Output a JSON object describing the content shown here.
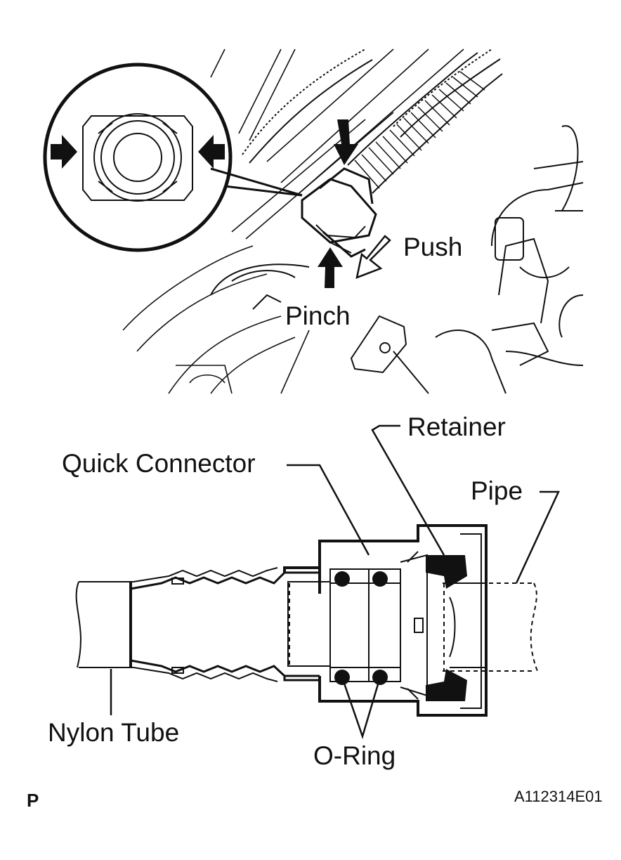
{
  "labels": {
    "push": "Push",
    "pinch": "Pinch",
    "retainer": "Retainer",
    "quick_connector": "Quick Connector",
    "pipe": "Pipe",
    "nylon_tube": "Nylon Tube",
    "o_ring": "O-Ring",
    "panel_mark": "P",
    "figure_id": "A112314E01"
  },
  "colors": {
    "line": "#111111",
    "background": "#ffffff"
  }
}
